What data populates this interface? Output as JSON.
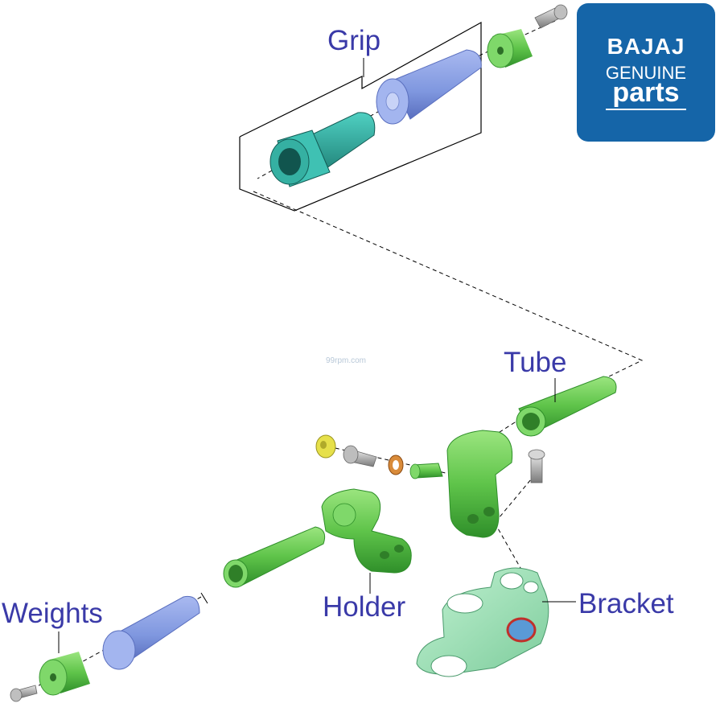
{
  "brand_logo": {
    "line1": "BAJAJ",
    "line2": "GENUINE",
    "line3": "parts"
  },
  "watermark": "99rpm.com",
  "callouts": {
    "grip": "Grip",
    "tube": "Tube",
    "holder": "Holder",
    "bracket": "Bracket",
    "weights": "Weights"
  },
  "colors": {
    "label": "#3a3aa8",
    "logo_bg": "#1565a8",
    "part_green": "#5fc44a",
    "part_blue": "#7f97df",
    "part_teal": "#3bb3a8",
    "part_mint": "#9ee0b8",
    "part_grey": "#9a9a9a",
    "outline": "#000000"
  }
}
